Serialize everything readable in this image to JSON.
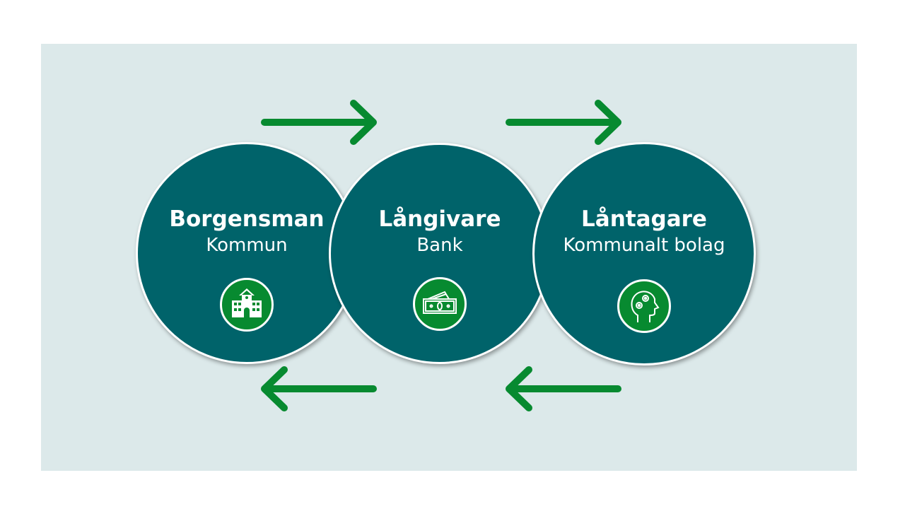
{
  "colors": {
    "background": "#dce9ea",
    "circle": "#00636a",
    "accent": "#078a30"
  },
  "nodes": [
    {
      "title": "Borgensman",
      "subtitle": "Kommun",
      "icon": "building-icon"
    },
    {
      "title": "Långivare",
      "subtitle": "Bank",
      "icon": "banknote-icon"
    },
    {
      "title": "Låntagare",
      "subtitle": "Kommunalt bolag",
      "icon": "head-gears-icon"
    }
  ],
  "arrows": [
    {
      "from": "Borgensman",
      "to": "Långivare",
      "direction": "right"
    },
    {
      "from": "Långivare",
      "to": "Låntagare",
      "direction": "right"
    },
    {
      "from": "Långivare",
      "to": "Borgensman",
      "direction": "left"
    },
    {
      "from": "Låntagare",
      "to": "Långivare",
      "direction": "left"
    }
  ]
}
